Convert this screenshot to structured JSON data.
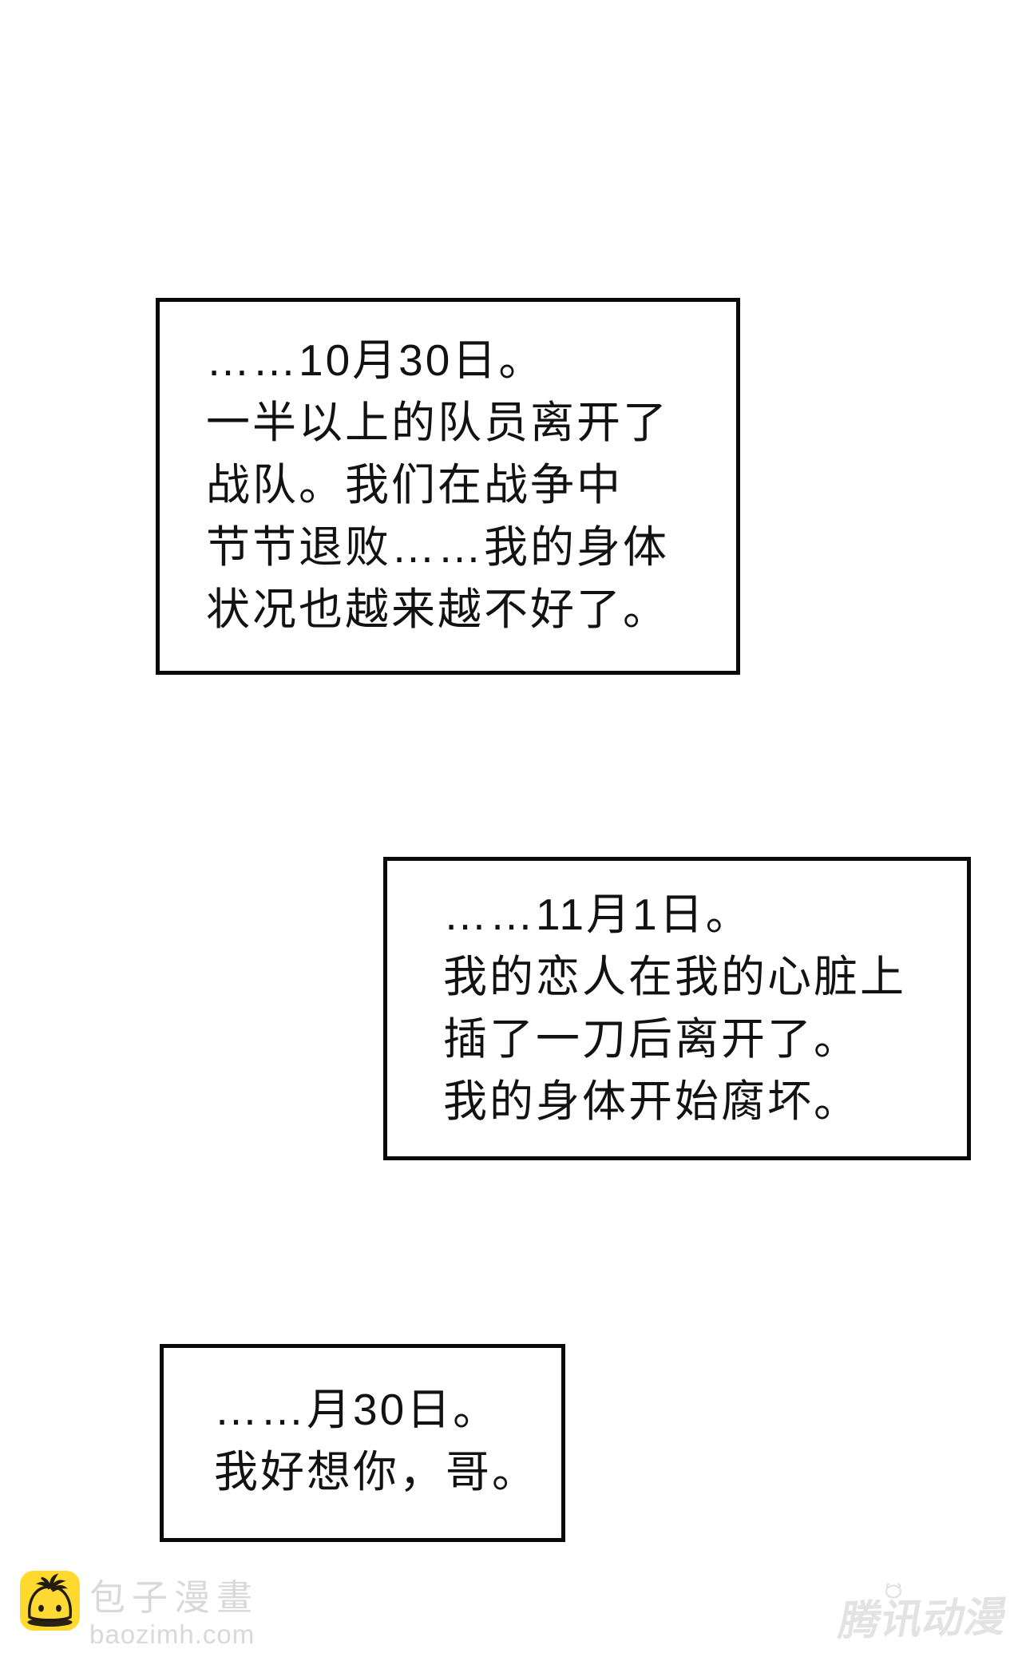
{
  "page": {
    "type": "comic-page",
    "background": "#FFFFFF"
  },
  "panels": [
    {
      "id": "narration-box-1",
      "lines": [
        "……10月30日。",
        "一半以上的队员离开了",
        "战队。我们在战争中",
        "节节退败……我的身体",
        "状况也越来越不好了。"
      ]
    },
    {
      "id": "narration-box-2",
      "lines": [
        "……11月1日。",
        "我的恋人在我的心脏上",
        "插了一刀后离开了。",
        "我的身体开始腐坏。"
      ]
    },
    {
      "id": "narration-box-3",
      "lines": [
        "……月30日。",
        "我好想你，哥。"
      ]
    }
  ],
  "watermarks": {
    "baozi": {
      "icon": "baozi-bun-icon",
      "title": "包子漫畫",
      "domain": "baozimh.com",
      "icon_bg_color": "#FFD92E",
      "icon_line_color": "#231C0E",
      "text_color": "#D9D9D9"
    },
    "tencent": {
      "icon": "tencent-mascot-face-icon",
      "label": "腾讯动漫",
      "color": "#E3E3E3"
    }
  },
  "colors": {
    "panel_border": "#0A0A0A",
    "narration_text": "#121212",
    "background": "#FFFFFF"
  }
}
